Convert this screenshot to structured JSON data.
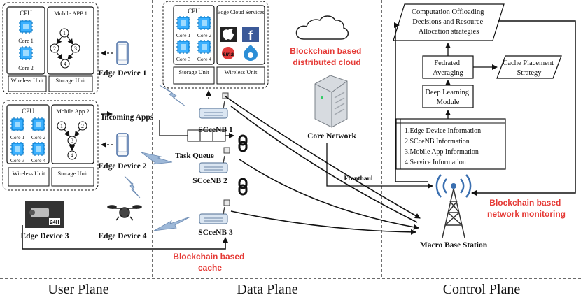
{
  "user_plane": {
    "label": "User Plane",
    "device1": {
      "label": "Edge Device 1",
      "cpu": "CPU",
      "cores": [
        "Core 1",
        "Core 2"
      ],
      "app": "Mobile APP 1",
      "app_nodes": [
        "1",
        "2",
        "3",
        "4"
      ],
      "wireless": "Wireless Unit",
      "storage": "Storage Unit"
    },
    "device2": {
      "label": "Edge Device 2",
      "cpu": "CPU",
      "cores": [
        "Core 1",
        "Core 2",
        "Core 3",
        "Core 4"
      ],
      "app": "Mobile App 2",
      "app_nodes": [
        "1",
        "2",
        "3",
        "4"
      ],
      "wireless": "Wireless Unit",
      "storage": "Storage Unit"
    },
    "device3": {
      "label": "Edge Device 3",
      "camera_tag": "24H"
    },
    "device4": {
      "label": "Edge Device 4"
    },
    "incoming_apps": "Incoming Apps"
  },
  "data_plane": {
    "label": "Data Plane",
    "server": {
      "cpu": "CPU",
      "cores": [
        "Core 1",
        "Core 2",
        "Core 3",
        "Core 4"
      ],
      "cloud_services": "Edge Cloud Services",
      "storage": "Storage Unit",
      "wireless": "Wireless Unit",
      "service_logos": [
        "apple-logo",
        "facebook-logo",
        "sina-logo",
        "drupal-logo"
      ],
      "facebook_letter": "f",
      "sina_text": "sina"
    },
    "task_queue": "Task Queue",
    "nodes": [
      "SCceNB 1",
      "SCceNB 2",
      "SCceNB 3"
    ],
    "blockchain_cache": "Blockchain based cache",
    "blockchain_cloud": "Blockchain based distributed cloud",
    "core_network": "Core Network",
    "fronthaul": "Fronthaul"
  },
  "control_plane": {
    "label": "Control Plane",
    "offloading": "Computation Offloading Decisions and Resource Allocation strategies",
    "averaging": "Fedrated Averaging",
    "cache_strategy": "Cache Placement Strategy",
    "deep_learning": "Deep Learning Module",
    "info_list": [
      "1.Edge Device Information",
      "2.SCceNB Information",
      "3.Mobile App Information",
      "4.Service Information"
    ],
    "blockchain_monitor": "Blockchain based network monitoring",
    "macro": "Macro Base Station"
  }
}
